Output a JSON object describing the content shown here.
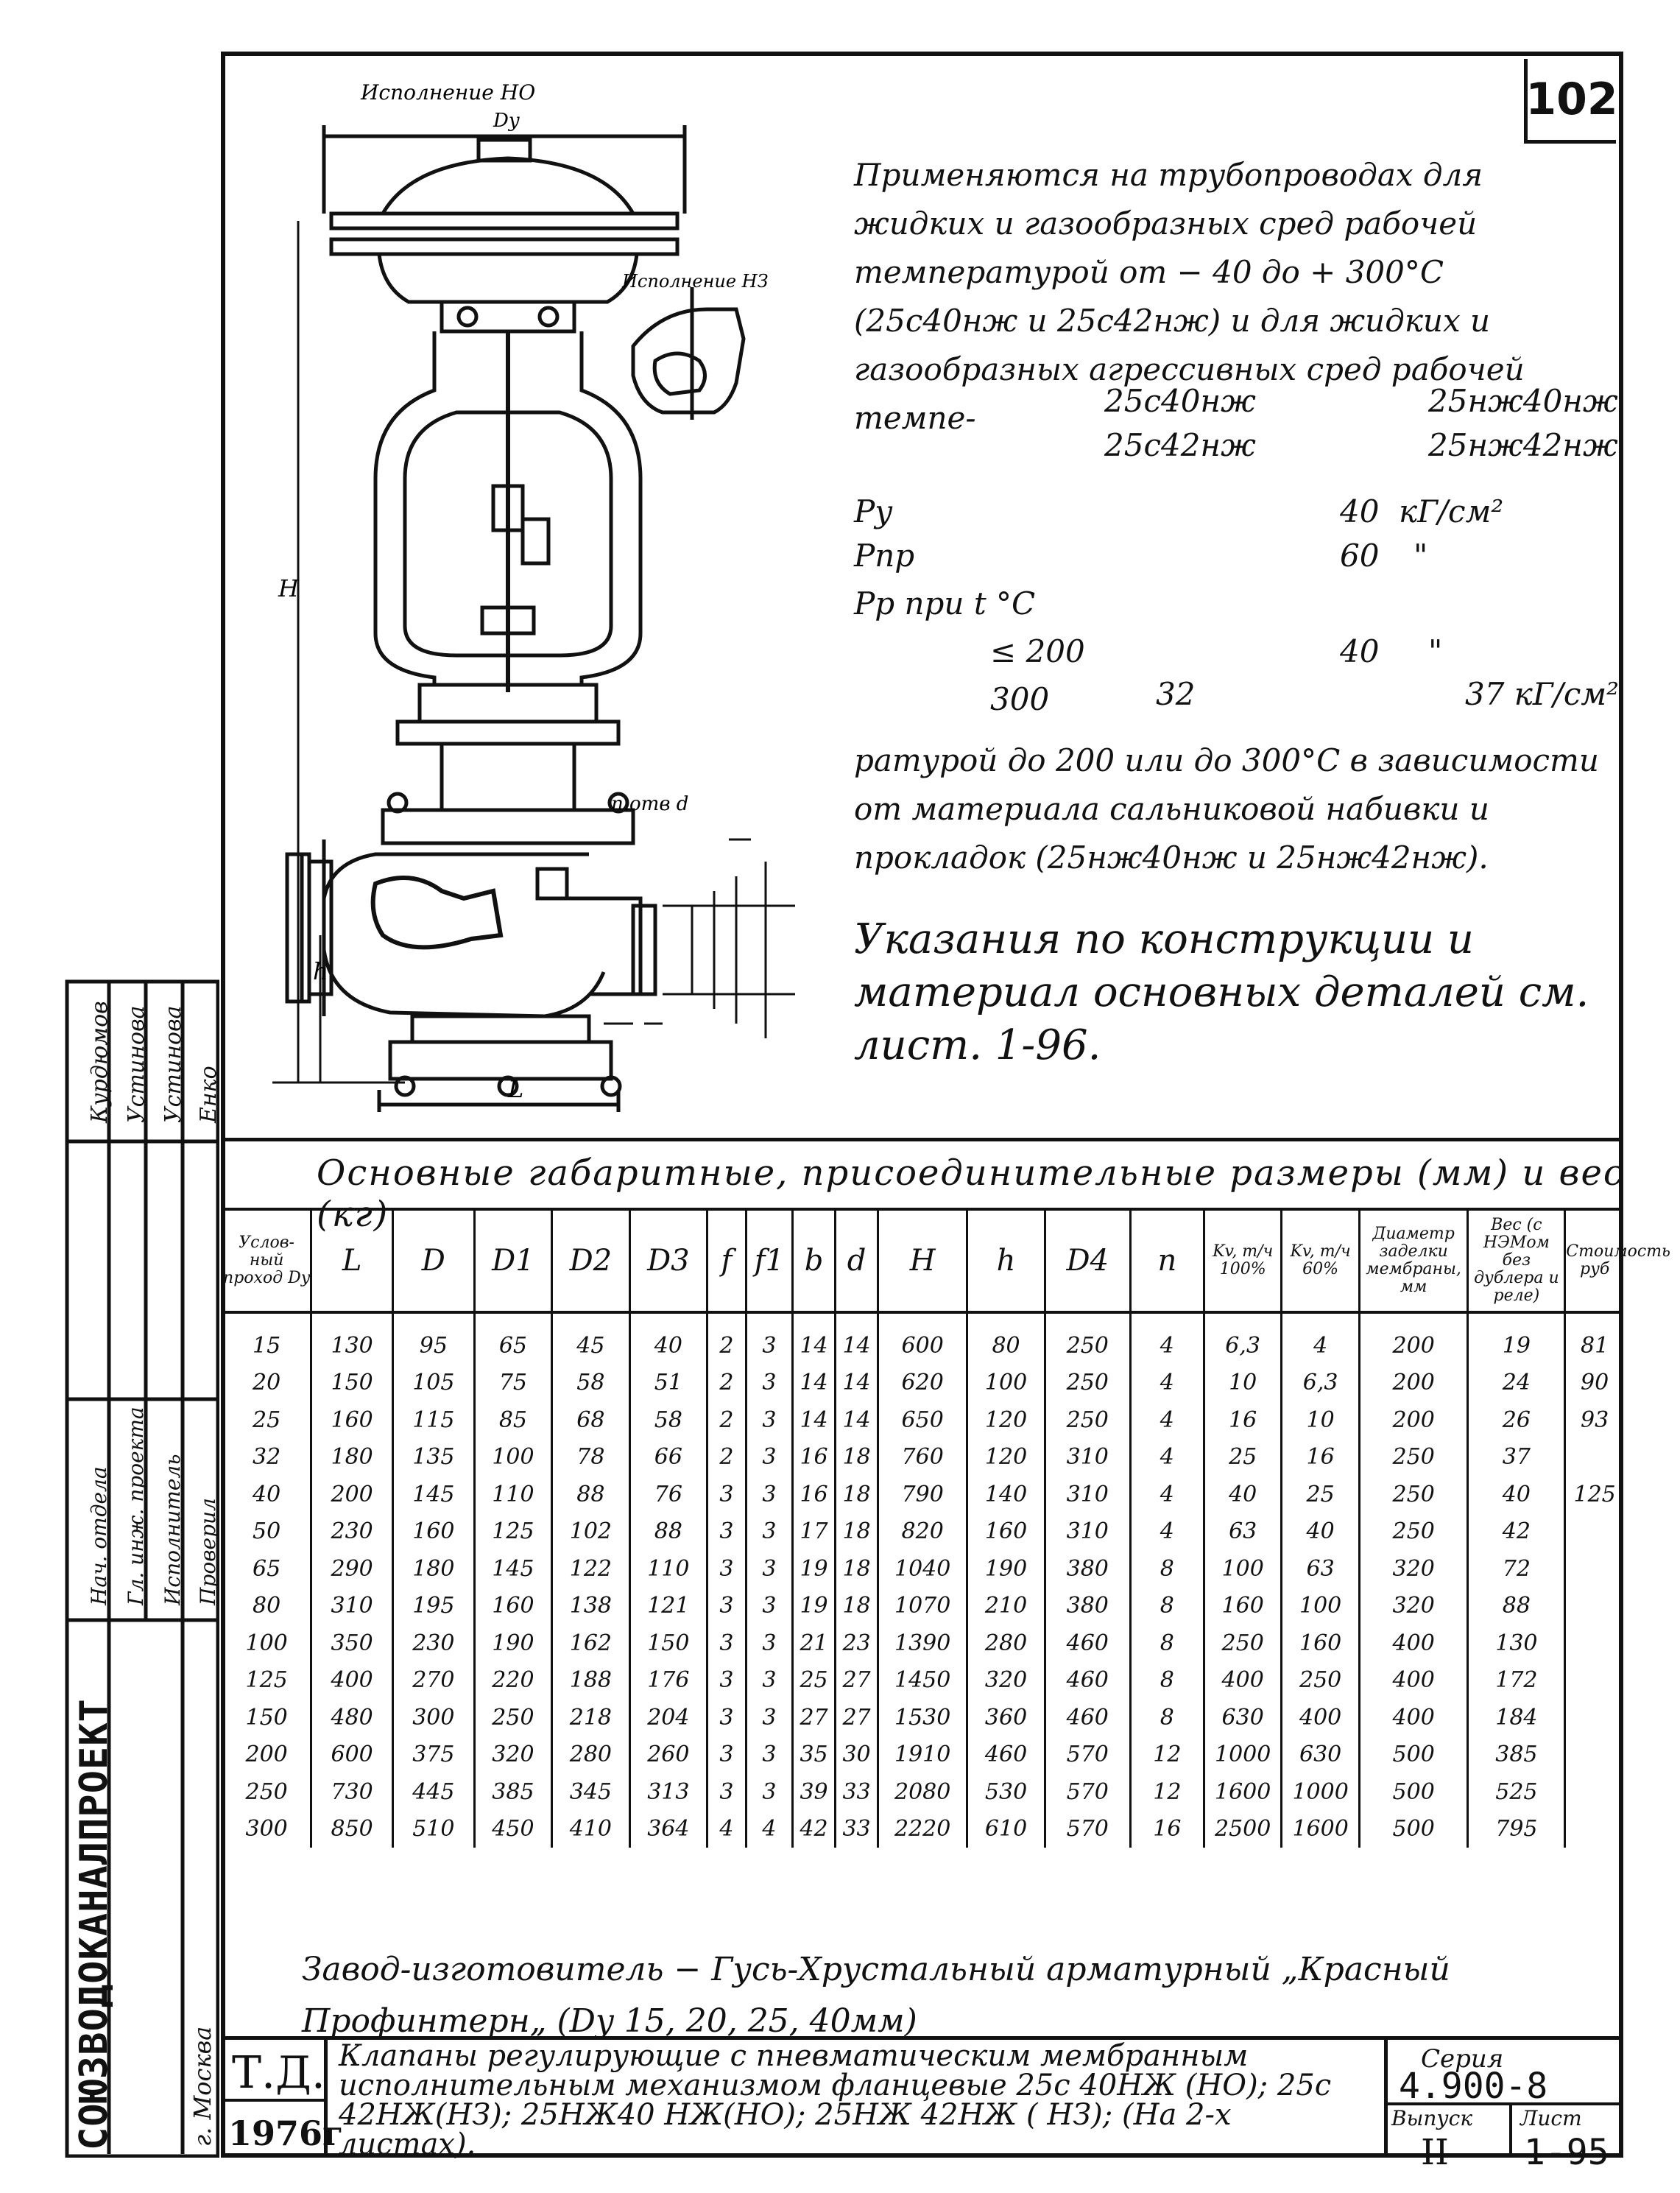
{
  "sheet_number": "102",
  "drawing": {
    "version_no_label": "Исполнение НО",
    "version_nz_label": "Исполнение НЗ",
    "dim_dy": "Dy",
    "dim_H": "H",
    "dim_h": "h",
    "dim_L": "L",
    "dim_holes": "n.отв d"
  },
  "description": "Применяются на трубопроводах для жидких и газообразных сред рабочей температурой от − 40 до + 300°C (25с40нж и 25с42нж) и для жидких и газообразных агрессивных сред рабочей темпе-",
  "models": {
    "col1_row1": "25с40нж",
    "col1_row2": "25с42нж",
    "col2_row1": "25нж40нж",
    "col2_row2": "25нж42нж"
  },
  "params": {
    "py_label": "Py",
    "py_value": "40",
    "py_unit": "кГ/см²",
    "ppr_label": "Pпр",
    "ppr_value": "60",
    "ppr_unit": "\"",
    "pp_label": "Pp при t °C",
    "t1_label": "≤ 200",
    "t1_value": "40",
    "t1_unit": "\"",
    "t2_label": "300",
    "t2_value_a": "32",
    "t2_value_b": "37 кГ/см²"
  },
  "notes": "ратурой до 200 или до 300°C в зависимости от материала сальниковой набивки и прокладок (25нж40нж и 25нж42нж).",
  "instructions": "Указания по конструкции и материал основных деталей см. лист. 1-96.",
  "table": {
    "title": "Основные габаритные, присоединительные размеры (мм) и вес (кг)",
    "headers": [
      "Услов-ный проход Dy",
      "L",
      "D",
      "D1",
      "D2",
      "D3",
      "f",
      "f1",
      "b",
      "d",
      "H",
      "h",
      "D4",
      "n",
      "Kv, т/ч 100%",
      "Kv, т/ч 60%",
      "Диаметр заделки мембраны, мм",
      "Вес (с НЭМом без дублера и реле)",
      "Стоимость руб"
    ],
    "rows": [
      [
        "15",
        "130",
        "95",
        "65",
        "45",
        "40",
        "2",
        "3",
        "14",
        "14",
        "600",
        "80",
        "250",
        "4",
        "6,3",
        "4",
        "200",
        "19",
        "81"
      ],
      [
        "20",
        "150",
        "105",
        "75",
        "58",
        "51",
        "2",
        "3",
        "14",
        "14",
        "620",
        "100",
        "250",
        "4",
        "10",
        "6,3",
        "200",
        "24",
        "90"
      ],
      [
        "25",
        "160",
        "115",
        "85",
        "68",
        "58",
        "2",
        "3",
        "14",
        "14",
        "650",
        "120",
        "250",
        "4",
        "16",
        "10",
        "200",
        "26",
        "93"
      ],
      [
        "32",
        "180",
        "135",
        "100",
        "78",
        "66",
        "2",
        "3",
        "16",
        "18",
        "760",
        "120",
        "310",
        "4",
        "25",
        "16",
        "250",
        "37",
        ""
      ],
      [
        "40",
        "200",
        "145",
        "110",
        "88",
        "76",
        "3",
        "3",
        "16",
        "18",
        "790",
        "140",
        "310",
        "4",
        "40",
        "25",
        "250",
        "40",
        "125"
      ],
      [
        "50",
        "230",
        "160",
        "125",
        "102",
        "88",
        "3",
        "3",
        "17",
        "18",
        "820",
        "160",
        "310",
        "4",
        "63",
        "40",
        "250",
        "42",
        ""
      ],
      [
        "65",
        "290",
        "180",
        "145",
        "122",
        "110",
        "3",
        "3",
        "19",
        "18",
        "1040",
        "190",
        "380",
        "8",
        "100",
        "63",
        "320",
        "72",
        ""
      ],
      [
        "80",
        "310",
        "195",
        "160",
        "138",
        "121",
        "3",
        "3",
        "19",
        "18",
        "1070",
        "210",
        "380",
        "8",
        "160",
        "100",
        "320",
        "88",
        ""
      ],
      [
        "100",
        "350",
        "230",
        "190",
        "162",
        "150",
        "3",
        "3",
        "21",
        "23",
        "1390",
        "280",
        "460",
        "8",
        "250",
        "160",
        "400",
        "130",
        ""
      ],
      [
        "125",
        "400",
        "270",
        "220",
        "188",
        "176",
        "3",
        "3",
        "25",
        "27",
        "1450",
        "320",
        "460",
        "8",
        "400",
        "250",
        "400",
        "172",
        ""
      ],
      [
        "150",
        "480",
        "300",
        "250",
        "218",
        "204",
        "3",
        "3",
        "27",
        "27",
        "1530",
        "360",
        "460",
        "8",
        "630",
        "400",
        "400",
        "184",
        ""
      ],
      [
        "200",
        "600",
        "375",
        "320",
        "280",
        "260",
        "3",
        "3",
        "35",
        "30",
        "1910",
        "460",
        "570",
        "12",
        "1000",
        "630",
        "500",
        "385",
        ""
      ],
      [
        "250",
        "730",
        "445",
        "385",
        "345",
        "313",
        "3",
        "3",
        "39",
        "33",
        "2080",
        "530",
        "570",
        "12",
        "1600",
        "1000",
        "500",
        "525",
        ""
      ],
      [
        "300",
        "850",
        "510",
        "450",
        "410",
        "364",
        "4",
        "4",
        "42",
        "33",
        "2220",
        "610",
        "570",
        "16",
        "2500",
        "1600",
        "500",
        "795",
        ""
      ]
    ]
  },
  "manufacturer": "Завод-изготовитель − Гусь-Хрустальный арматурный „Красный Профинтерн„ (Dy 15, 20, 25, 40мм)",
  "title_block": {
    "td": "Т.Д.",
    "year": "1976г",
    "title": "Клапаны регулирующие с пневматическим мембранным исполнительным механизмом фланцевые 25с 40НЖ (НО); 25с 42НЖ(НЗ); 25НЖ40 НЖ(НО); 25НЖ 42НЖ ( НЗ); (На 2-х листах).",
    "seria_label": "Серия",
    "seria_value": "4.900-8",
    "vypusk_label": "Выпуск",
    "vypusk_value": "II",
    "list_label": "Лист",
    "list_value": "1-95"
  },
  "sidebar": {
    "org": "СОЮЗВОДОКАНАЛПРОЕКТ",
    "city": "г. Москва",
    "roles": [
      "Нач. отдела",
      "Гл. инж. проекта",
      "Исполнитель",
      "Проверил"
    ],
    "names": [
      "Курдюмов",
      "Устинова",
      "Устинова",
      "Енко"
    ]
  }
}
